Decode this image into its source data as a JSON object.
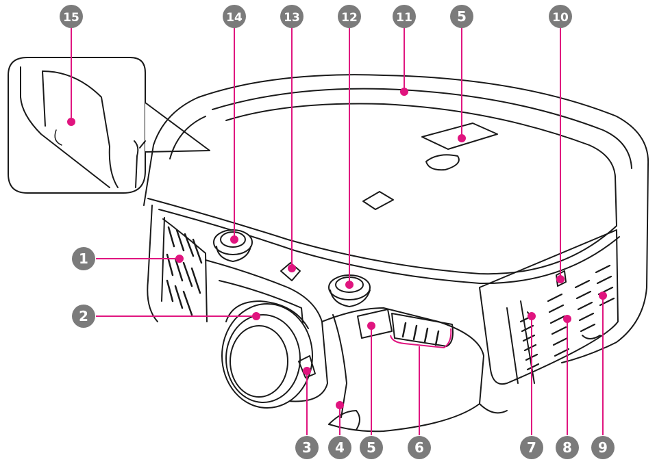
{
  "diagram": {
    "callouts": [
      {
        "id": 1,
        "label": "1"
      },
      {
        "id": 2,
        "label": "2"
      },
      {
        "id": 3,
        "label": "3"
      },
      {
        "id": 4,
        "label": "4"
      },
      {
        "id": 5,
        "label": "5"
      },
      {
        "id": 6,
        "label": "6"
      },
      {
        "id": 7,
        "label": "7"
      },
      {
        "id": 8,
        "label": "8"
      },
      {
        "id": 9,
        "label": "9"
      },
      {
        "id": 10,
        "label": "10"
      },
      {
        "id": 11,
        "label": "11"
      },
      {
        "id": 12,
        "label": "12"
      },
      {
        "id": 13,
        "label": "13"
      },
      {
        "id": 14,
        "label": "14"
      },
      {
        "id": 15,
        "label": "15"
      },
      {
        "id": 16,
        "label": "5"
      }
    ],
    "colors": {
      "callout_fill": "#7b7b7b",
      "leader_line": "#e0157f",
      "leader_dot": "#e0157f",
      "outline": "#1a1a1a"
    }
  }
}
